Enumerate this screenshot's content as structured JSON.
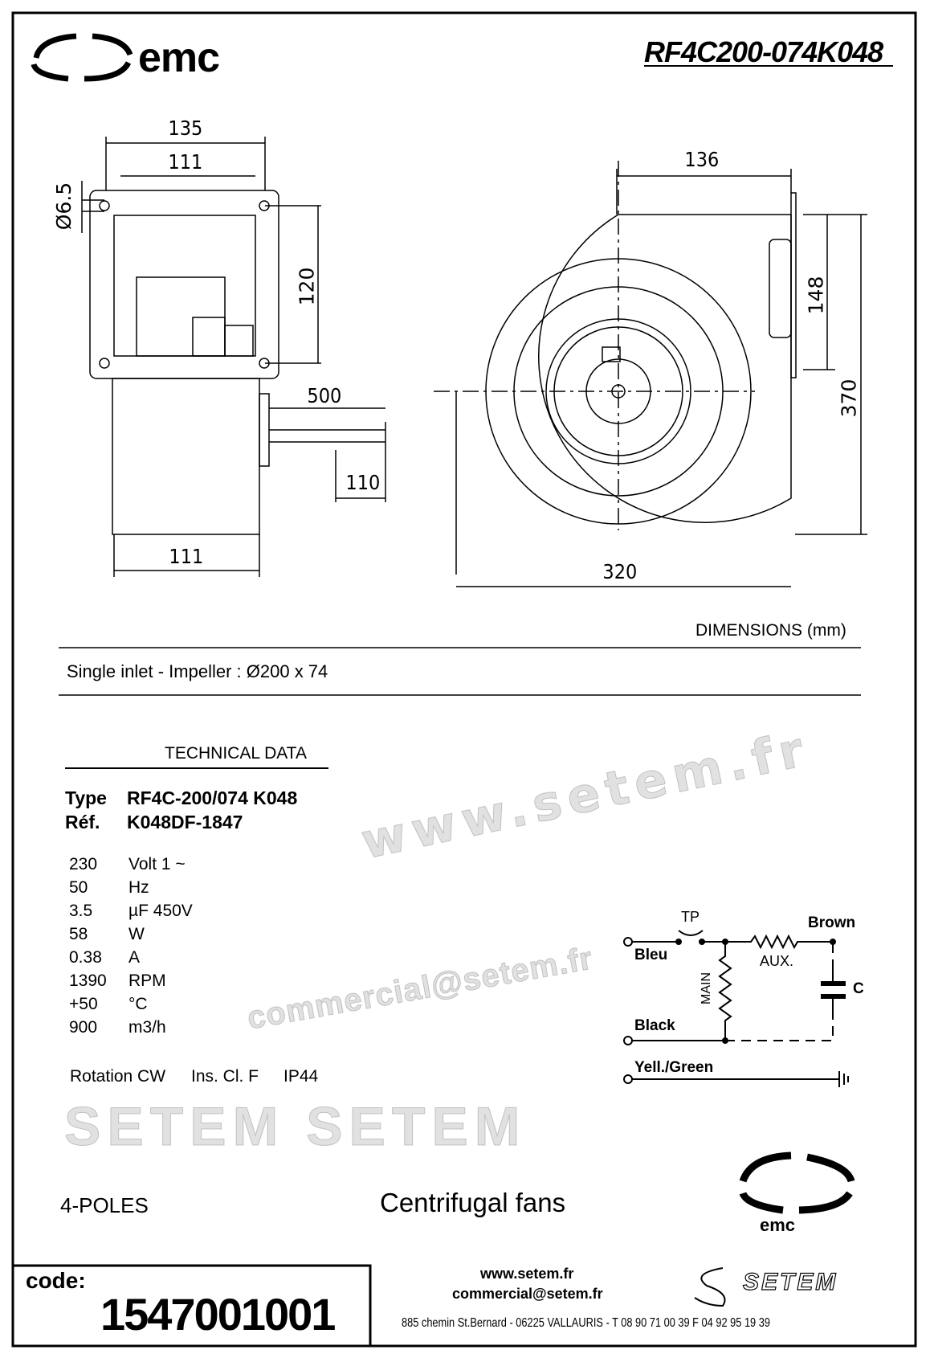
{
  "header": {
    "brand": "emc",
    "model": "RF4C200-074K048"
  },
  "dimensions": {
    "title": "DIMENSIONS (mm)",
    "labels": {
      "flange_width": "135",
      "hole_spacing_top": "111",
      "hole_diameter": "Ø6.5",
      "hole_spacing_vertical": "120",
      "cable_length": "500",
      "cable_strip": "110",
      "body_width": "111",
      "outlet_depth": "136",
      "outlet_height": "148",
      "total_height": "370",
      "total_width": "320"
    }
  },
  "description": "Single inlet  -  Impeller : Ø200 x 74",
  "technical": {
    "title": "TECHNICAL DATA",
    "type_label": "Type",
    "type_value": "RF4C-200/074 K048",
    "ref_label": "Réf.",
    "ref_value": "K048DF-1847",
    "rows": [
      {
        "value": "230",
        "unit": "Volt   1 ~"
      },
      {
        "value": "50",
        "unit": "Hz"
      },
      {
        "value": "3.5",
        "unit": "µF  450V"
      },
      {
        "value": "58",
        "unit": "W"
      },
      {
        "value": "0.38",
        "unit": "A"
      },
      {
        "value": "1390",
        "unit": "RPM"
      },
      {
        "value": "+50",
        "unit": "°C"
      },
      {
        "value": "900",
        "unit": "m3/h"
      }
    ],
    "rotation": "Rotation CW",
    "insulation": "Ins. Cl. F",
    "protection": "IP44"
  },
  "circuit": {
    "tp": "TP",
    "brown": "Brown",
    "bleu": "Bleu",
    "aux": "AUX.",
    "main": "MAIN",
    "c": "C",
    "black": "Black",
    "earth": "Yell./Green"
  },
  "poles": "4-POLES",
  "category": "Centrifugal fans",
  "footer": {
    "code_label": "code:",
    "code": "1547001001",
    "website": "www.setem.fr",
    "email": "commercial@setem.fr",
    "address": "885 chemin St.Bernard  -  06225 VALLAURIS  -  T 08 90 71 00 39   F 04 92 95 19 39",
    "logo": "SETEM",
    "emc_logo": "emc"
  },
  "watermarks": [
    "www.setem.fr",
    "SETEM   SETEM",
    "commercial@setem.fr"
  ]
}
